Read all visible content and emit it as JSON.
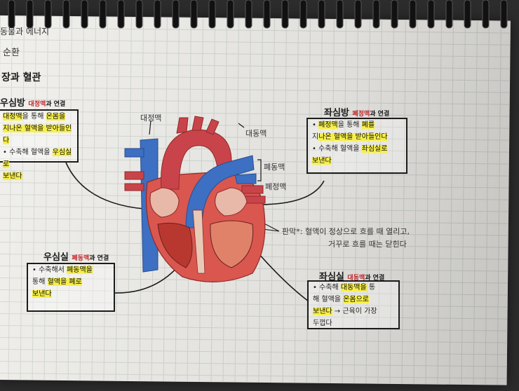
{
  "header": {
    "line1": "동물과 에너지",
    "line2": "순환",
    "section": "장과 혈관"
  },
  "right_atrium": {
    "title": "우심방",
    "connect_vessel": "대정맥",
    "connect_suffix": "과 연결",
    "line1_hl1": "대정맥",
    "line1_a": "을 통해 ",
    "line1_hl2": "온몸을",
    "line2_hl": "지나온 혈액을 받아들인다",
    "line3_a": "수축해 혈액을 ",
    "line3_hl": "우심실로",
    "line4_hl": "보낸다"
  },
  "left_atrium": {
    "title": "좌심방",
    "connect_vessel": "폐정맥",
    "connect_suffix": "과 연결",
    "line1_hl1": "폐정맥",
    "line1_a": "을 통해 ",
    "line1_hl2": "폐를",
    "line2_a": "지",
    "line2_hl": "나온 혈액을 받아들인다",
    "line3_a": "수축해 혈액을 ",
    "line3_hl": "좌심실로",
    "line4_hl": "보낸다"
  },
  "right_ventricle": {
    "title": "우심실",
    "connect_vessel": "폐동맥",
    "connect_suffix": "과 연결",
    "line1_a": "수축해서 ",
    "line1_hl": "폐동맥을",
    "line2_a": "통해 ",
    "line2_hl": "혈액을 폐로",
    "line3_hl": "보낸다"
  },
  "left_ventricle": {
    "title": "좌심실",
    "connect_vessel": "대동맥",
    "connect_suffix": "과 연결",
    "line1_a": "수축해 ",
    "line1_hl": "대동맥을",
    "line1_b": " 통",
    "line2_a": "해 혈액을 ",
    "line2_hl1": "온몸으로",
    "line3_hl": "보낸다",
    "line3_b": " → 근육이 가장",
    "line4": "두껍다"
  },
  "heart_labels": {
    "vena_cava": "대정맥",
    "aorta": "대동맥",
    "pulmonary_artery": "폐동맥",
    "pulmonary_vein": "폐정맥",
    "valve_title": "판막*",
    "valve_line1": ": 혈액이 정상으로 흐를 때 열리고,",
    "valve_line2": "거꾸로 흐를 때는 닫힌다"
  },
  "colors": {
    "highlight": "#f7ef4a",
    "red_pen": "#c2262c",
    "paper": "#efeeea",
    "heart_red": "#c9444a",
    "heart_blue": "#3d6fc2"
  }
}
